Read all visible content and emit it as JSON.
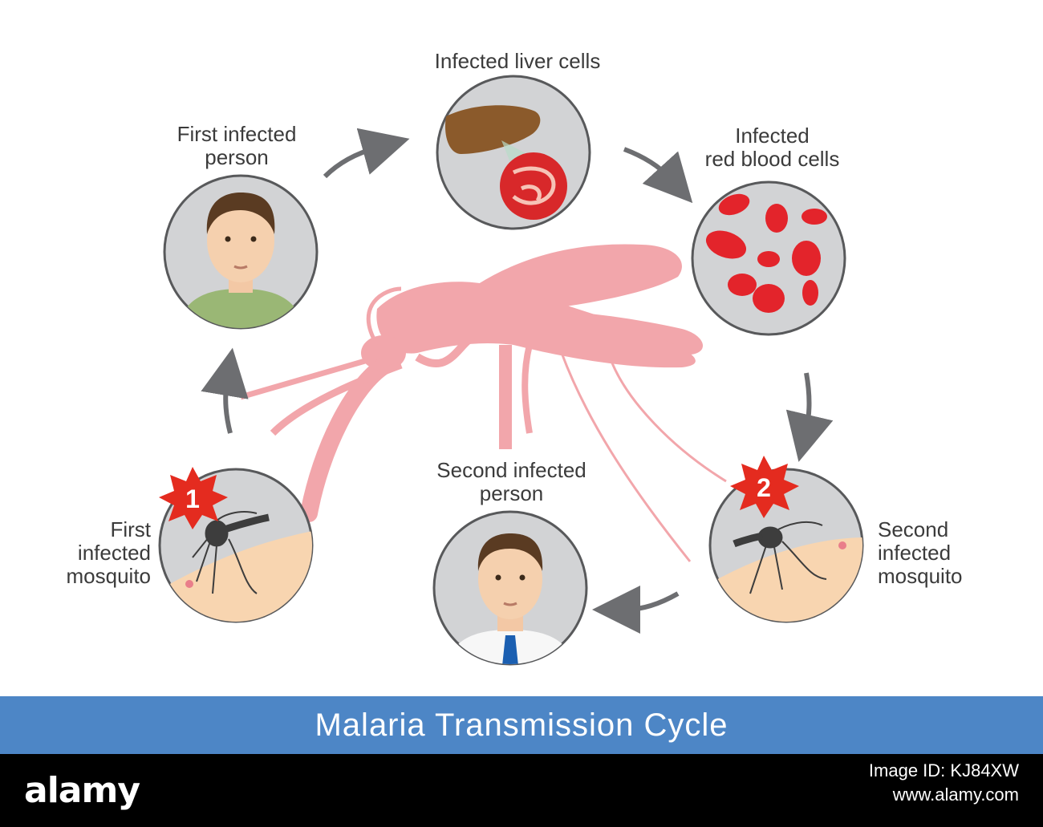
{
  "diagram": {
    "title": "Malaria Transmission Cycle",
    "stages": [
      {
        "id": "liver",
        "label_lines": [
          "Infected liver cells"
        ]
      },
      {
        "id": "rbc",
        "label_lines": [
          "Infected",
          "red blood cells"
        ]
      },
      {
        "id": "first_person",
        "label_lines": [
          "First infected",
          "person"
        ]
      },
      {
        "id": "second_person",
        "label_lines": [
          "Second infected",
          "person"
        ]
      },
      {
        "id": "first_mosquito",
        "label_lines": [
          "First",
          "infected",
          "mosquito"
        ],
        "badge": "1"
      },
      {
        "id": "second_mosquito",
        "label_lines": [
          "Second",
          "infected",
          "mosquito"
        ],
        "badge": "2"
      }
    ],
    "colors": {
      "circle_fill": "#d2d3d5",
      "circle_stroke": "#58595b",
      "arrow": "#6d6e71",
      "mosquito_silhouette": "#f2a6ab",
      "blood_cell": "#e3242b",
      "badge": "#e42b1f",
      "banner": "#4d86c6"
    }
  },
  "footer": {
    "brand": "alamy",
    "image_id_label": "Image ID: KJ84XW",
    "site": "www.alamy.com"
  }
}
